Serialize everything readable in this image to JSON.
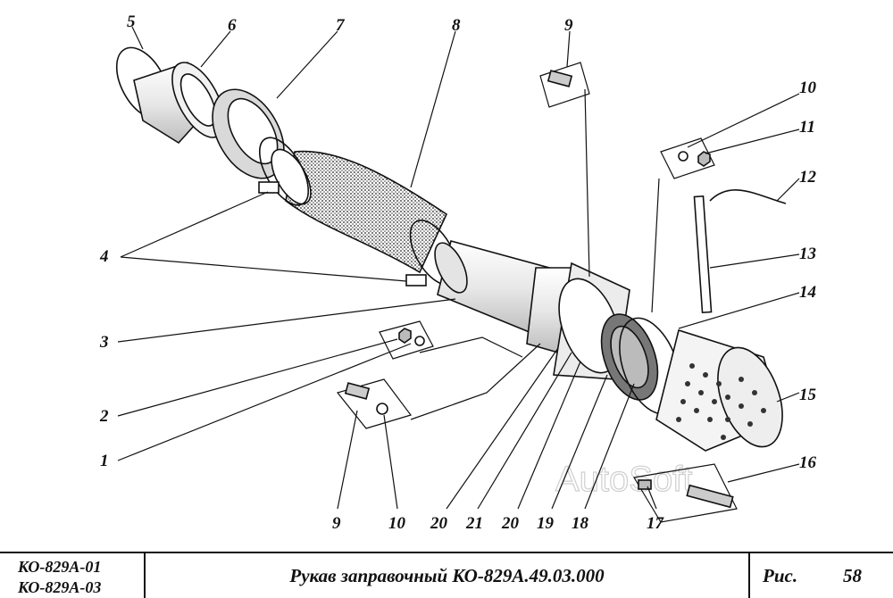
{
  "callouts": {
    "c1": "1",
    "c2": "2",
    "c3": "3",
    "c4": "4",
    "c5": "5",
    "c6": "6",
    "c7": "7",
    "c8": "8",
    "c9a": "9",
    "c9b": "9",
    "c10a": "10",
    "c10b": "10",
    "c11": "11",
    "c12": "12",
    "c13": "13",
    "c14": "14",
    "c15": "15",
    "c16": "16",
    "c17": "17",
    "c18": "18",
    "c19": "19",
    "c20a": "20",
    "c20b": "20",
    "c21": "21"
  },
  "watermark": "AutoSoft",
  "title_block": {
    "models": [
      "КО-829А-01",
      "КО-829А-03"
    ],
    "title": "Рукав заправочный КО-829А.49.03.000",
    "figure_label": "Рис.",
    "figure_number": "58"
  },
  "colors": {
    "ink": "#111111",
    "paper": "#ffffff",
    "watermark": "#cfcfcf"
  }
}
